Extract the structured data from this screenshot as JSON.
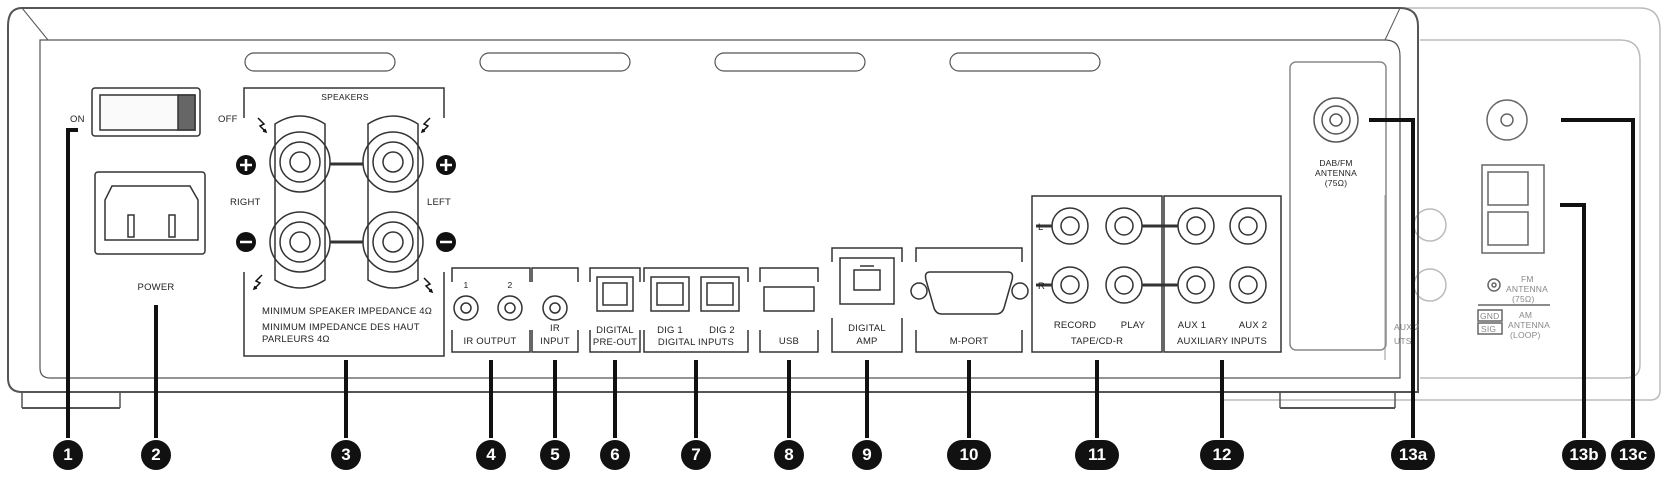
{
  "power_switch": {
    "on": "ON",
    "off": "OFF"
  },
  "power": "POWER",
  "speakers": {
    "title": "SPEAKERS",
    "right": "RIGHT",
    "left": "LEFT",
    "impedance_en": "MINIMUM SPEAKER IMPEDANCE 4Ω",
    "impedance_fr_1": "MINIMUM IMPEDANCE DES HAUT",
    "impedance_fr_2": "PARLEURS 4Ω"
  },
  "ir_output": {
    "n1": "1",
    "n2": "2",
    "label": "IR OUTPUT"
  },
  "ir_input": {
    "line1": "IR",
    "line2": "INPUT"
  },
  "digital_preout": {
    "line1": "DIGITAL",
    "line2": "PRE-OUT"
  },
  "digital_inputs": {
    "dig1": "DIG 1",
    "dig2": "DIG 2",
    "label": "DIGITAL INPUTS"
  },
  "usb": "USB",
  "digital_amp": {
    "line1": "DIGITAL",
    "line2": "AMP"
  },
  "mport": "M-PORT",
  "tape": {
    "l": "L",
    "r": "R",
    "record": "RECORD",
    "play": "PLAY",
    "label": "TAPE/CD-R"
  },
  "aux": {
    "aux1": "AUX 1",
    "aux2": "AUX 2",
    "label": "AUXILIARY INPUTS"
  },
  "dab": {
    "line1": "DAB/FM",
    "line2": "ANTENNA",
    "line3": "(75Ω)"
  },
  "fm": {
    "line1": "FM",
    "line2": "ANTENNA",
    "line3": "(75Ω)"
  },
  "am": {
    "gnd": "GND",
    "sig": "SIG",
    "line1": "AM",
    "line2": "ANTENNA",
    "line3": "(LOOP)"
  },
  "ghost": {
    "aux2": "AUX 2",
    "inputs": "UTS"
  },
  "callouts": [
    "1",
    "2",
    "3",
    "4",
    "5",
    "6",
    "7",
    "8",
    "9",
    "10",
    "11",
    "12",
    "13a",
    "13b",
    "13c"
  ],
  "colors": {
    "ink": "#111111",
    "panel_line": "#555555",
    "ghost_line": "#bbbbbb"
  }
}
